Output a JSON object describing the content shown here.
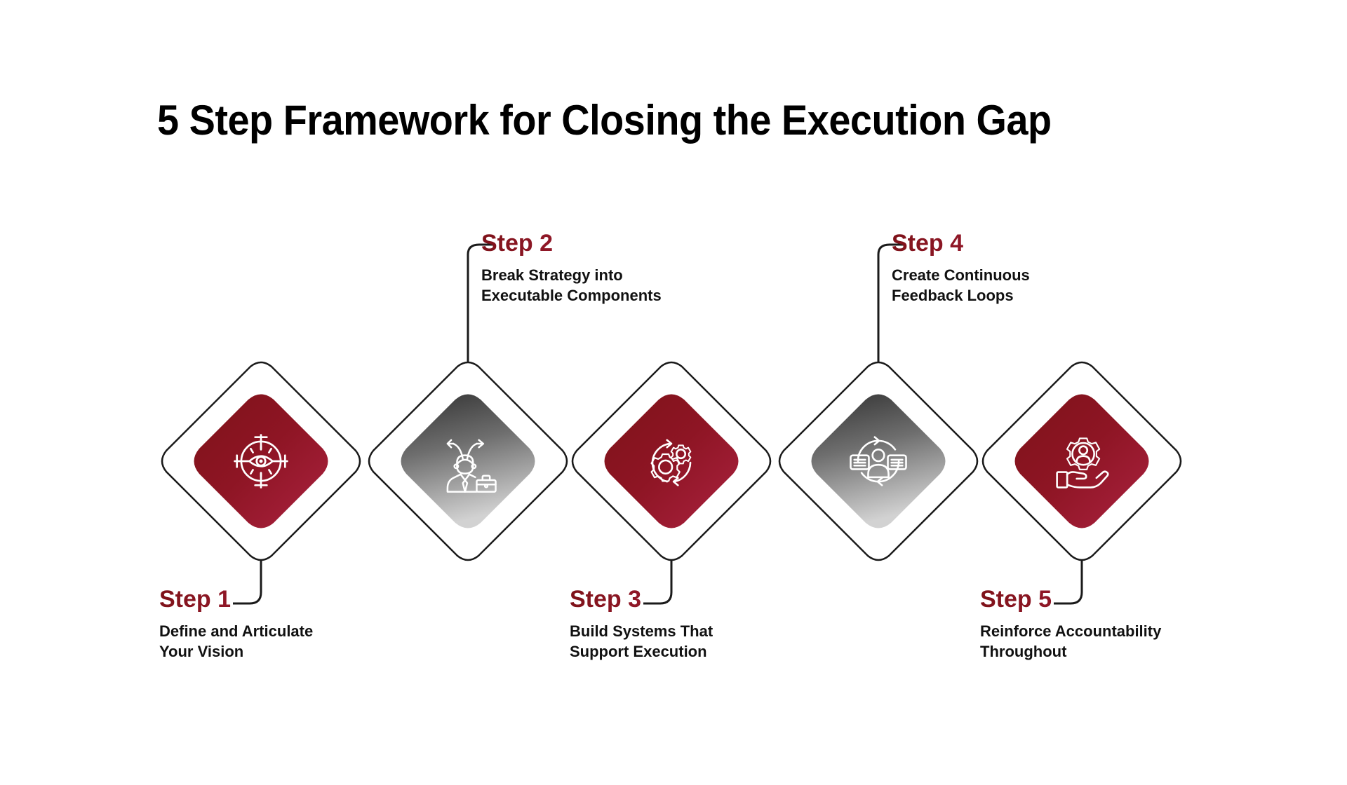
{
  "page": {
    "title": "5 Step Framework for Closing the Execution Gap",
    "background_color": "#FFFFFF"
  },
  "theme": {
    "accent_red_dark": "#7E1219",
    "accent_red_light": "#A82340",
    "grey_dark": "#3A3A3A",
    "grey_light": "#C9C9C9",
    "outline_color": "#1A1A1A",
    "icon_color": "#FFFFFF",
    "text_color": "#111111"
  },
  "steps": [
    {
      "id": "step-1",
      "label": "Step 1",
      "desc_line1": "Define and Articulate",
      "desc_line2": "Your Vision",
      "icon": "target-eye-icon",
      "fill": "red",
      "label_position": "below"
    },
    {
      "id": "step-2",
      "label": "Step 2",
      "desc_line1": "Break Strategy into",
      "desc_line2": "Executable Components",
      "icon": "person-branching-arrows-briefcase-icon",
      "fill": "grey",
      "label_position": "above"
    },
    {
      "id": "step-3",
      "label": "Step 3",
      "desc_line1": "Build Systems That",
      "desc_line2": "Support Execution",
      "icon": "gears-cycle-icon",
      "fill": "red",
      "label_position": "below"
    },
    {
      "id": "step-4",
      "label": "Step 4",
      "desc_line1": "Create Continuous",
      "desc_line2": "Feedback Loops",
      "icon": "person-feedback-loop-icon",
      "fill": "grey",
      "label_position": "above"
    },
    {
      "id": "step-5",
      "label": "Step 5",
      "desc_line1": "Reinforce Accountability",
      "desc_line2": "Throughout",
      "icon": "hand-gear-person-icon",
      "fill": "red",
      "label_position": "below"
    }
  ]
}
